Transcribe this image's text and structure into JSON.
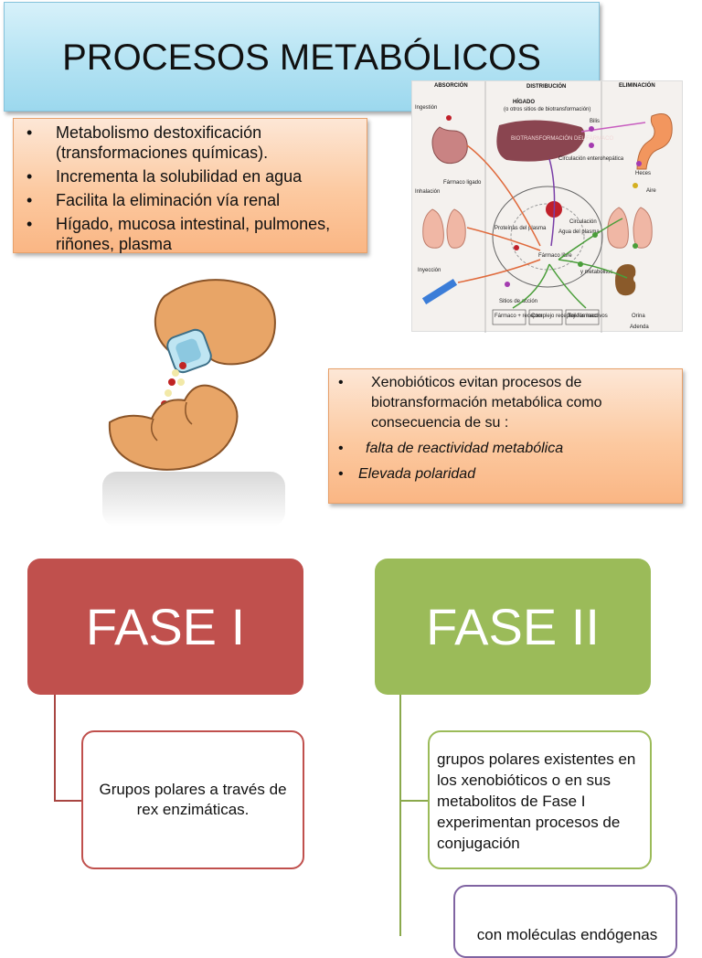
{
  "title": "PROCESOS METABÓLICOS",
  "intro_bullets": [
    "Metabolismo destoxificación (transformaciones químicas).",
    "Incrementa la solubilidad en agua",
    "Facilita la eliminación vía renal",
    "Hígado, mucosa intestinal, pulmones, riñones, plasma"
  ],
  "xeno": {
    "lead": "Xenobióticos evitan procesos de biotransformación metabólica como consecuencia de su :",
    "items": [
      "falta de reactividad metabólica",
      "Elevada polaridad"
    ]
  },
  "diagram": {
    "headers": [
      "ABSORCIÓN",
      "DISTRIBUCIÓN",
      "ELIMINACIÓN"
    ],
    "labels": {
      "ingestion": "Ingestión",
      "inhalacion": "Inhalación",
      "inyeccion": "Inyección",
      "higado": "HÍGADO",
      "higado_sub": "(o otros sitios de biotransformación)",
      "biotrans": "BIOTRANSFORMACIÓN DEL FÁRMACO",
      "bilis": "Bilis",
      "circ_entero": "Circulación enterohepática",
      "heces": "Heces",
      "aire": "Aire",
      "circulacion": "Circulación",
      "farmaco_libre": "Fármaco libre",
      "farmaco_ligado": "Fármaco ligado",
      "sitios_accion": "Sitios de acción",
      "tejidos_inactivos": "Tejidos inactivos",
      "orina": "Orina",
      "proteinas": "Proteínas del plasma",
      "agua_plasma": "Agua del plasma",
      "metabolitos": "y metabolitos",
      "farmaco_receptor": "Fármaco + receptor",
      "complejo": "Complejo receptor-fármaco",
      "adenda": "Adenda"
    }
  },
  "fase1": {
    "label": "FASE I",
    "card": "Grupos polares a través de rex enzimáticas."
  },
  "fase2": {
    "label": "FASE II",
    "card": "grupos polares existentes en los xenobióticos o en sus metabolitos de Fase I experimentan procesos de conjugación",
    "card2": "con moléculas endógenas"
  },
  "colors": {
    "fase1": "#c0504d",
    "fase2": "#9bbb59",
    "card3_border": "#8064a2",
    "title_bg": "#b4e3f3",
    "bullet_bg": "#fcc9a0"
  }
}
